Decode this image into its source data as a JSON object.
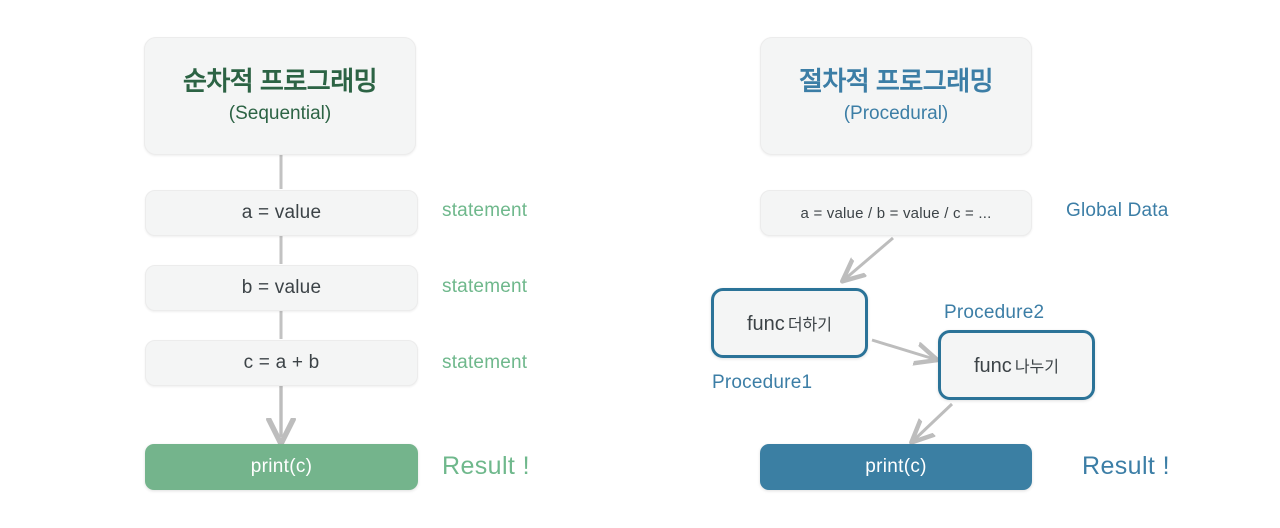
{
  "diagram": {
    "title_semantic": "sequential-vs-procedural-programming",
    "palette": {
      "green_dark": "#2c6344",
      "green_light": "#6fb88c",
      "green_fill": "#74b48c",
      "blue_dark": "#2b7398",
      "blue_mid": "#3c7ea6",
      "blue_fill": "#3b7fa3",
      "card_fill": "#f4f5f5",
      "arrow_grey": "#bdbdbd",
      "text_dark": "#3c4347"
    }
  },
  "left_panel": {
    "header": {
      "title": "순차적 프로그래밍",
      "subtitle": "(Sequential)"
    },
    "steps": [
      {
        "text": "a  = value",
        "label": "statement"
      },
      {
        "text": "b = value",
        "label": "statement"
      },
      {
        "text": "c = a + b",
        "label": "statement"
      }
    ],
    "result": {
      "text": "print(c)",
      "label": "Result !"
    }
  },
  "right_panel": {
    "header": {
      "title": "절차적 프로그래밍",
      "subtitle": "(Procedural)"
    },
    "global_data": {
      "text": "a  = value / b = value / c = ...",
      "label": "Global Data"
    },
    "procedures": [
      {
        "fn": "func",
        "name": "더하기",
        "label": "Procedure1"
      },
      {
        "fn": "func",
        "name": "나누기",
        "label": "Procedure2"
      }
    ],
    "result": {
      "text": "print(c)",
      "label": "Result !"
    }
  }
}
